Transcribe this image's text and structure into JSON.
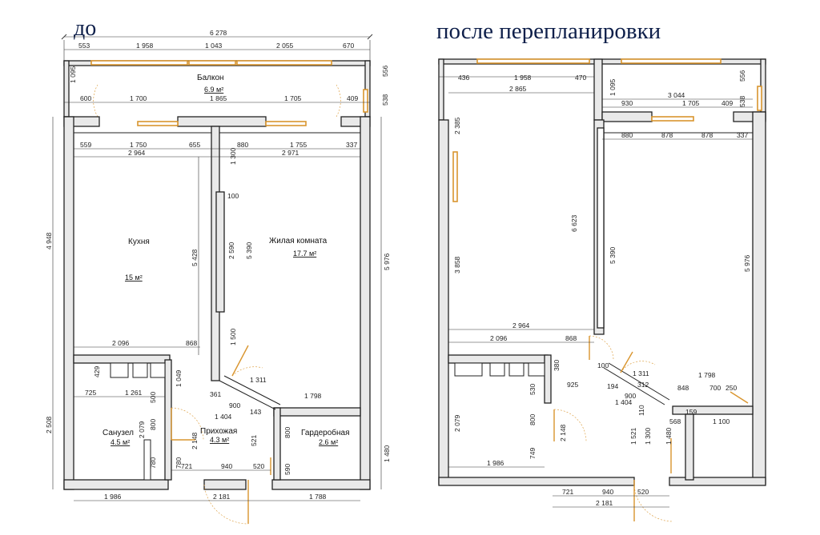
{
  "headings": {
    "before": "до",
    "after": "после перепланировки"
  },
  "before": {
    "rooms": [
      {
        "name": "Балкон",
        "area": "6.9 м²"
      },
      {
        "name": "Кухня",
        "area": "15 м²"
      },
      {
        "name": "Жилая комната",
        "area": "17.7 м²"
      },
      {
        "name": "Санузел",
        "area": "4.5 м²"
      },
      {
        "name": "Прихожая",
        "area": "4.3 м²"
      },
      {
        "name": "Гардеробная",
        "area": "2.6 м²"
      }
    ],
    "dims": [
      "6 278",
      "553",
      "1 958",
      "1 043",
      "2 055",
      "670",
      "1 095",
      "556",
      "538",
      "600",
      "1 700",
      "1 865",
      "1 705",
      "409",
      "559",
      "1 750",
      "655",
      "880",
      "1 755",
      "337",
      "2 964",
      "2 971",
      "1 300",
      "100",
      "5 428",
      "2 590",
      "5 390",
      "4 948",
      "5 976",
      "2 096",
      "868",
      "1 500",
      "429",
      "1 049",
      "1 311",
      "725",
      "1 261",
      "361",
      "900",
      "143",
      "1 798",
      "1 404",
      "2 508",
      "2 079",
      "500",
      "800",
      "2 148",
      "521",
      "800",
      "1 480",
      "780",
      "780",
      "721",
      "940",
      "520",
      "590",
      "1 986",
      "2 181",
      "1 788"
    ]
  },
  "after": {
    "dims": [
      "436",
      "1 958",
      "470",
      "2 865",
      "1 095",
      "556",
      "538",
      "3 044",
      "930",
      "1 705",
      "409",
      "2 385",
      "880",
      "878",
      "878",
      "337",
      "6 623",
      "3 858",
      "5 390",
      "5 976",
      "2 964",
      "2 096",
      "868",
      "380",
      "100",
      "1 311",
      "194",
      "312",
      "1 798",
      "925",
      "530",
      "1 404",
      "900",
      "848",
      "700",
      "250",
      "159",
      "1 100",
      "110",
      "568",
      "2 079",
      "800",
      "2 148",
      "1 521",
      "1 300",
      "1 480",
      "749",
      "1 986",
      "721",
      "940",
      "520",
      "2 181"
    ]
  }
}
